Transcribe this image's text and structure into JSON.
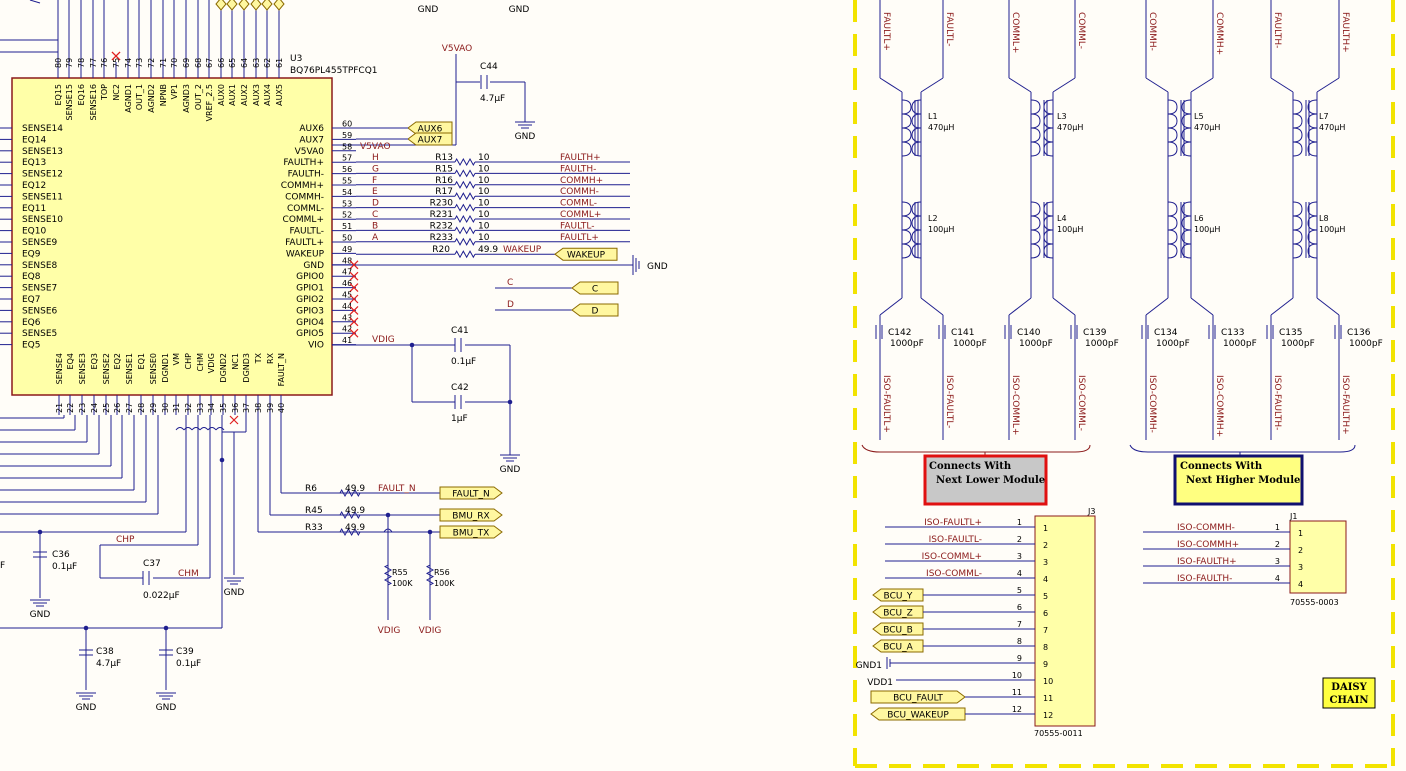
{
  "colors": {
    "wire": "#1f1f8f",
    "net": "#8b1a1a",
    "part": "#ffffa8",
    "border": "#8b1a1a",
    "dash": "#f2e300",
    "nc": "#e02020"
  },
  "ic": {
    "ref": "U3",
    "part": "BQ76PL455TPFCQ1",
    "top_pins": [
      {
        "num": "80",
        "name": "EQ15"
      },
      {
        "num": "79",
        "name": "SENSE15"
      },
      {
        "num": "78",
        "name": "EQ16"
      },
      {
        "num": "77",
        "name": "SENSE16"
      },
      {
        "num": "76",
        "name": "TOP"
      },
      {
        "num": "75",
        "name": "NC2"
      },
      {
        "num": "74",
        "name": "AGND1"
      },
      {
        "num": "73",
        "name": "OUT_1"
      },
      {
        "num": "72",
        "name": "AGND2"
      },
      {
        "num": "71",
        "name": "NPNB"
      },
      {
        "num": "70",
        "name": "VP1"
      },
      {
        "num": "69",
        "name": "AGND3"
      },
      {
        "num": "68",
        "name": "OUT_2"
      },
      {
        "num": "67",
        "name": "VREF_2.5"
      },
      {
        "num": "66",
        "name": "AUX0"
      },
      {
        "num": "65",
        "name": "AUX1"
      },
      {
        "num": "64",
        "name": "AUX2"
      },
      {
        "num": "63",
        "name": "AUX3"
      },
      {
        "num": "62",
        "name": "AUX4"
      },
      {
        "num": "61",
        "name": "AUX5"
      }
    ],
    "bottom_pins": [
      {
        "num": "21",
        "name": "SENSE4"
      },
      {
        "num": "22",
        "name": "EQ4"
      },
      {
        "num": "23",
        "name": "SENSE3"
      },
      {
        "num": "24",
        "name": "EQ3"
      },
      {
        "num": "25",
        "name": "SENSE2"
      },
      {
        "num": "26",
        "name": "EQ2"
      },
      {
        "num": "27",
        "name": "SENSE1"
      },
      {
        "num": "28",
        "name": "EQ1"
      },
      {
        "num": "29",
        "name": "SENSE0"
      },
      {
        "num": "30",
        "name": "DGND1"
      },
      {
        "num": "31",
        "name": "VM"
      },
      {
        "num": "32",
        "name": "CHP"
      },
      {
        "num": "33",
        "name": "CHM"
      },
      {
        "num": "34",
        "name": "VDIG"
      },
      {
        "num": "35",
        "name": "DGND2"
      },
      {
        "num": "36",
        "name": "NC1"
      },
      {
        "num": "37",
        "name": "DGND3"
      },
      {
        "num": "38",
        "name": "TX"
      },
      {
        "num": "39",
        "name": "RX"
      },
      {
        "num": "40",
        "name": "FAULT_N"
      }
    ],
    "left_pins": [
      "SENSE14",
      "EQ14",
      "SENSE13",
      "EQ13",
      "SENSE12",
      "EQ12",
      "SENSE11",
      "EQ11",
      "SENSE10",
      "EQ10",
      "SENSE9",
      "EQ9",
      "SENSE8",
      "EQ8",
      "SENSE7",
      "EQ7",
      "SENSE6",
      "EQ6",
      "SENSE5",
      "EQ5"
    ],
    "right_pins": [
      {
        "num": "60",
        "name": "AUX6"
      },
      {
        "num": "59",
        "name": "AUX7"
      },
      {
        "num": "58",
        "name": "V5VA0"
      },
      {
        "num": "57",
        "name": "FAULTH+"
      },
      {
        "num": "56",
        "name": "FAULTH-"
      },
      {
        "num": "55",
        "name": "COMMH+"
      },
      {
        "num": "54",
        "name": "COMMH-"
      },
      {
        "num": "53",
        "name": "COMML-"
      },
      {
        "num": "52",
        "name": "COMML+"
      },
      {
        "num": "51",
        "name": "FAULTL-"
      },
      {
        "num": "50",
        "name": "FAULTL+"
      },
      {
        "num": "49",
        "name": "WAKEUP"
      },
      {
        "num": "48",
        "name": "GND"
      },
      {
        "num": "47",
        "name": "GPIO0"
      },
      {
        "num": "46",
        "name": "GPIO1"
      },
      {
        "num": "45",
        "name": "GPIO2"
      },
      {
        "num": "44",
        "name": "GPIO3"
      },
      {
        "num": "43",
        "name": "GPIO4"
      },
      {
        "num": "42",
        "name": "GPIO5"
      },
      {
        "num": "41",
        "name": "VIO"
      }
    ]
  },
  "resistors": [
    {
      "letter": "H",
      "ref": "R13",
      "val": "10",
      "net": "FAULTH+"
    },
    {
      "letter": "G",
      "ref": "R15",
      "val": "10",
      "net": "FAULTH-"
    },
    {
      "letter": "F",
      "ref": "R16",
      "val": "10",
      "net": "COMMH+"
    },
    {
      "letter": "E",
      "ref": "R17",
      "val": "10",
      "net": "COMMH-"
    },
    {
      "letter": "D",
      "ref": "R230",
      "val": "10",
      "net": "COMML-"
    },
    {
      "letter": "C",
      "ref": "R231",
      "val": "10",
      "net": "COMML+"
    },
    {
      "letter": "B",
      "ref": "R232",
      "val": "10",
      "net": "FAULTL-"
    },
    {
      "letter": "A",
      "ref": "R233",
      "val": "10",
      "net": "FAULTL+"
    },
    {
      "letter": "",
      "ref": "R20",
      "val": "49.9",
      "net": "WAKEUP"
    }
  ],
  "labels": {
    "gnd": "GND",
    "v5vao": "V5VAO",
    "v5va0_net": "V5VAO",
    "aux6": "AUX6",
    "aux7": "AUX7",
    "wakeup_port": "WAKEUP",
    "c": "C",
    "d": "D",
    "vdig": "VDIG",
    "chp": "CHP",
    "chm": "CHM",
    "fault_n": "FAULT_N",
    "fault_n_port": "FAULT_N",
    "bmu_rx": "BMU_RX",
    "bmu_tx": "BMU_TX"
  },
  "caps": {
    "c44": {
      "ref": "C44",
      "val": "4.7µF"
    },
    "c41": {
      "ref": "C41",
      "val": "0.1µF"
    },
    "c42": {
      "ref": "C42",
      "val": "1µF"
    },
    "c36": {
      "ref": "C36",
      "val": "0.1µF"
    },
    "c37": {
      "ref": "C37",
      "val": "0.022µF"
    },
    "c38": {
      "ref": "C38",
      "val": "4.7µF"
    },
    "c39": {
      "ref": "C39",
      "val": "0.1µF"
    },
    "f_stub": "F"
  },
  "res_other": {
    "r6": {
      "ref": "R6",
      "val": "49.9"
    },
    "r45": {
      "ref": "R45",
      "val": "49.9"
    },
    "r33": {
      "ref": "R33",
      "val": "49.9"
    },
    "r55": {
      "ref": "R55",
      "val": "100K"
    },
    "r56": {
      "ref": "R56",
      "val": "100K"
    }
  },
  "chains": [
    {
      "top_l": "FAULTL+",
      "top_r": "FAULTL-",
      "la": "L1",
      "la_val": "470µH",
      "lb": "L2",
      "lb_val": "100µH",
      "cl": "C142",
      "cl_val": "1000pF",
      "cr": "C141",
      "cr_val": "1000pF",
      "iso_l": "ISO-FAULTL+",
      "iso_r": "ISO-FAULTL-"
    },
    {
      "top_l": "COMML+",
      "top_r": "COMML-",
      "la": "L3",
      "la_val": "470µH",
      "lb": "L4",
      "lb_val": "100µH",
      "cl": "C140",
      "cl_val": "1000pF",
      "cr": "C139",
      "cr_val": "1000pF",
      "iso_l": "ISO-COMML+",
      "iso_r": "ISO-COMML-"
    },
    {
      "top_l": "COMMH-",
      "top_r": "COMMH+",
      "la": "L5",
      "la_val": "470µH",
      "lb": "L6",
      "lb_val": "100µH",
      "cl": "C134",
      "cl_val": "1000pF",
      "cr": "C133",
      "cr_val": "1000pF",
      "iso_l": "ISO-COMMH-",
      "iso_r": "ISO-COMMH+"
    },
    {
      "top_l": "FAULTH-",
      "top_r": "FAULTH+",
      "la": "L7",
      "la_val": "470µH",
      "lb": "L8",
      "lb_val": "100µH",
      "cl": "C135",
      "cl_val": "1000pF",
      "cr": "C136",
      "cr_val": "1000pF",
      "iso_l": "ISO-FAULTH-",
      "iso_r": "ISO-FAULTH+"
    }
  ],
  "notes": {
    "lower_1": "Connects With",
    "lower_2": "Next Lower Module",
    "higher_1": "Connects With",
    "higher_2": "Next Higher Module",
    "daisy_1": "DAISY",
    "daisy_2": "CHAIN"
  },
  "j3": {
    "ref": "J3",
    "part": "70555-0011",
    "nets": [
      "ISO-FAULTL+",
      "ISO-FAULTL-",
      "ISO-COMML+",
      "ISO-COMML-",
      "BCU_Y",
      "BCU_Z",
      "BCU_B",
      "BCU_A",
      "GND1",
      "VDD1",
      "BCU_FAULT",
      "BCU_WAKEUP"
    ],
    "pins": [
      "1",
      "2",
      "3",
      "4",
      "5",
      "6",
      "7",
      "8",
      "9",
      "10",
      "11",
      "12"
    ]
  },
  "j1": {
    "ref": "J1",
    "part": "70555-0003",
    "nets": [
      "ISO-COMMH-",
      "ISO-COMMH+",
      "ISO-FAULTH+",
      "ISO-FAULTH-"
    ],
    "pins": [
      "1",
      "2",
      "3",
      "4"
    ]
  }
}
